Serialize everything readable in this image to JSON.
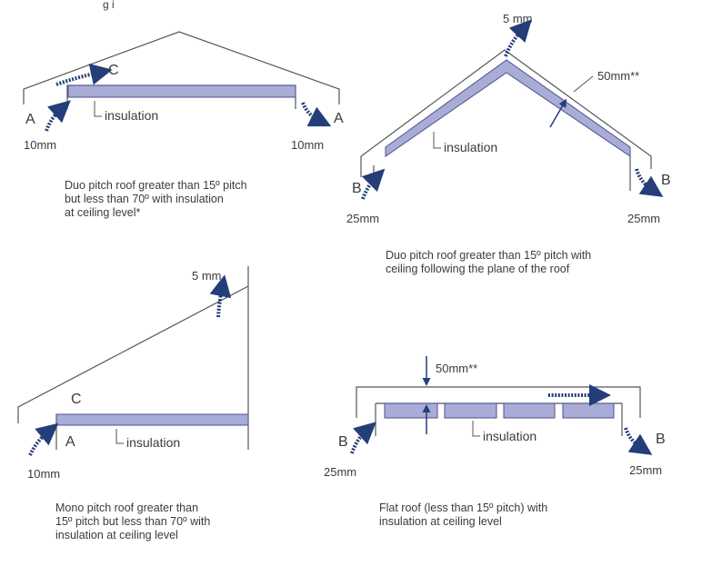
{
  "top_fragment": "g  i",
  "diagrams": {
    "duo_ceiling": {
      "letter_c": "C",
      "letter_a_left": "A",
      "letter_a_right": "A",
      "insulation": "insulation",
      "gap_left": "10mm",
      "gap_right": "10mm",
      "caption": [
        "Duo pitch roof greater than 15º pitch",
        "but less than 70º with insulation",
        "at ceiling level*"
      ]
    },
    "duo_plane": {
      "ridge_gap": "5 mm",
      "dimension": "50mm**",
      "insulation": "insulation",
      "letter_b_left": "B",
      "letter_b_right": "B",
      "gap_left": "25mm",
      "gap_right": "25mm",
      "caption": [
        "Duo pitch roof greater than 15º pitch with",
        "ceiling following the plane of the roof"
      ]
    },
    "mono": {
      "ridge_gap": "5 mm",
      "letter_c": "C",
      "letter_a": "A",
      "insulation": "insulation",
      "gap_left": "10mm",
      "caption": [
        "Mono pitch roof greater than",
        "15º pitch but less than 70º with",
        "insulation at ceiling level"
      ]
    },
    "flat": {
      "dimension": "50mm**",
      "insulation": "insulation",
      "letter_b_left": "B",
      "letter_b_right": "B",
      "gap_left": "25mm",
      "gap_right": "25mm",
      "caption": [
        "Flat roof (less than 15º pitch) with",
        "insulation at ceiling level"
      ]
    }
  },
  "colors": {
    "insulation_fill": "#a9acd6",
    "insulation_stroke": "#4c5293",
    "line": "#55565a",
    "arrow": "#233e78",
    "text": "#3b3b3b"
  }
}
